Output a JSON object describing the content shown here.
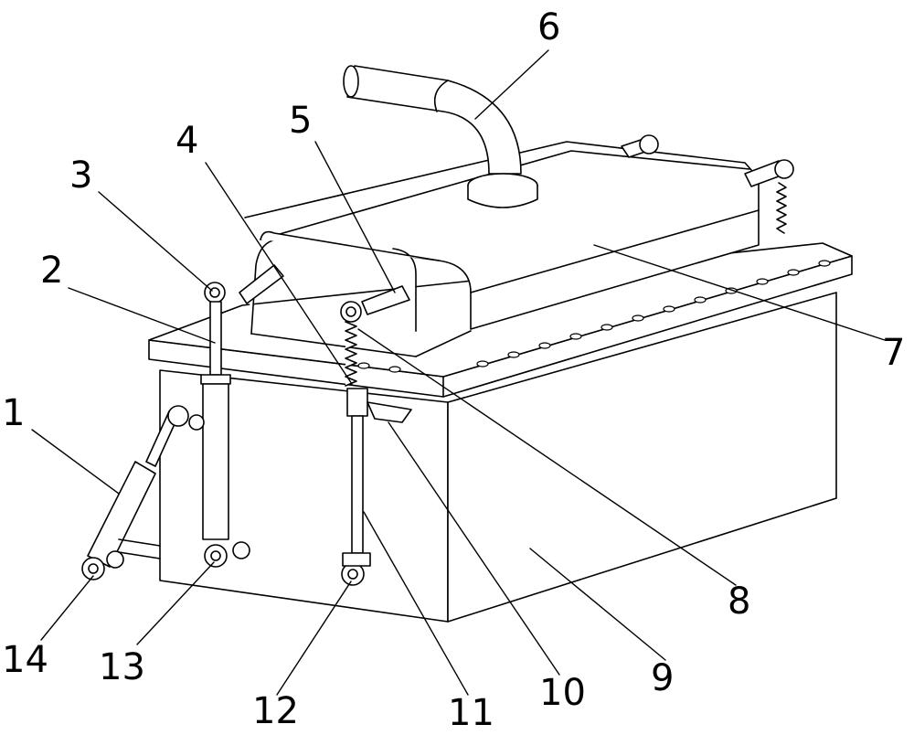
{
  "figure": {
    "labels": [
      {
        "id": "1",
        "text": "1"
      },
      {
        "id": "2",
        "text": "2"
      },
      {
        "id": "3",
        "text": "3"
      },
      {
        "id": "4",
        "text": "4"
      },
      {
        "id": "5",
        "text": "5"
      },
      {
        "id": "6",
        "text": "6"
      },
      {
        "id": "7",
        "text": "7"
      },
      {
        "id": "8",
        "text": "8"
      },
      {
        "id": "9",
        "text": "9"
      },
      {
        "id": "10",
        "text": "10"
      },
      {
        "id": "11",
        "text": "11"
      },
      {
        "id": "12",
        "text": "12"
      },
      {
        "id": "13",
        "text": "13"
      },
      {
        "id": "14",
        "text": "14"
      }
    ],
    "line_color": "#000000"
  }
}
